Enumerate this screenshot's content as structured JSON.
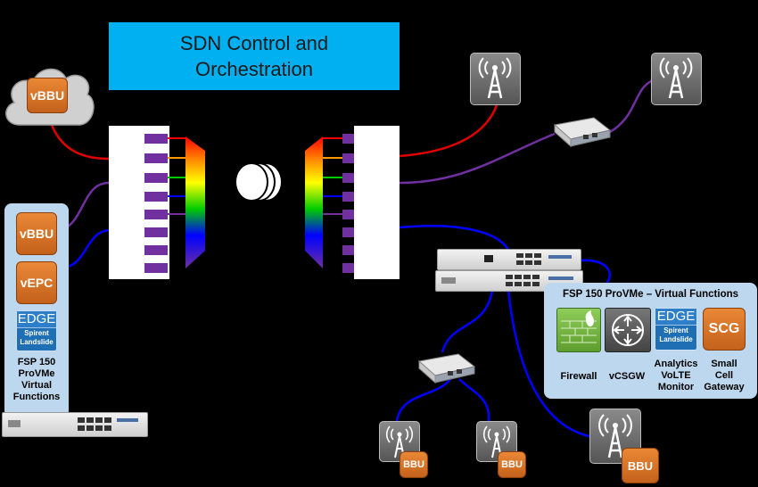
{
  "title": "SDN Control and\nOrchestration",
  "cloud": {
    "label": "vBBU"
  },
  "left_panel": {
    "vbbu": "vBBU",
    "vepc": "vEPC",
    "edge": {
      "big": "EDGE",
      "line1": "Spirent",
      "line2": "Landslide"
    },
    "caption": "FSP 150\nProVMe\nVirtual\nFunctions"
  },
  "right_panel": {
    "title": "FSP 150 ProVMe – Virtual Functions",
    "edge": {
      "big": "EDGE",
      "line1": "Spirent",
      "line2": "Landslide"
    },
    "scg_tile": "SCG",
    "labels": [
      "Firewall",
      "vCSGW",
      "Analytics\nVoLTE\nMonitor",
      "Small\nCell\nGateway"
    ]
  },
  "bbu_labels": {
    "a": "BBU",
    "b": "BBU",
    "c": "BBU"
  },
  "colors": {
    "title_bg": "#00b0f0",
    "panel_bg": "#bdd7ee",
    "orange": "#e07b2c",
    "red_link": "#e00000",
    "purple_link": "#7030a0",
    "blue_link": "#0000ff",
    "port": "#7030a0"
  },
  "icons": [
    "cloud-icon",
    "cell-tower-icon",
    "firewall-icon",
    "router-icon",
    "fiber-spool-icon",
    "prism-icon"
  ]
}
